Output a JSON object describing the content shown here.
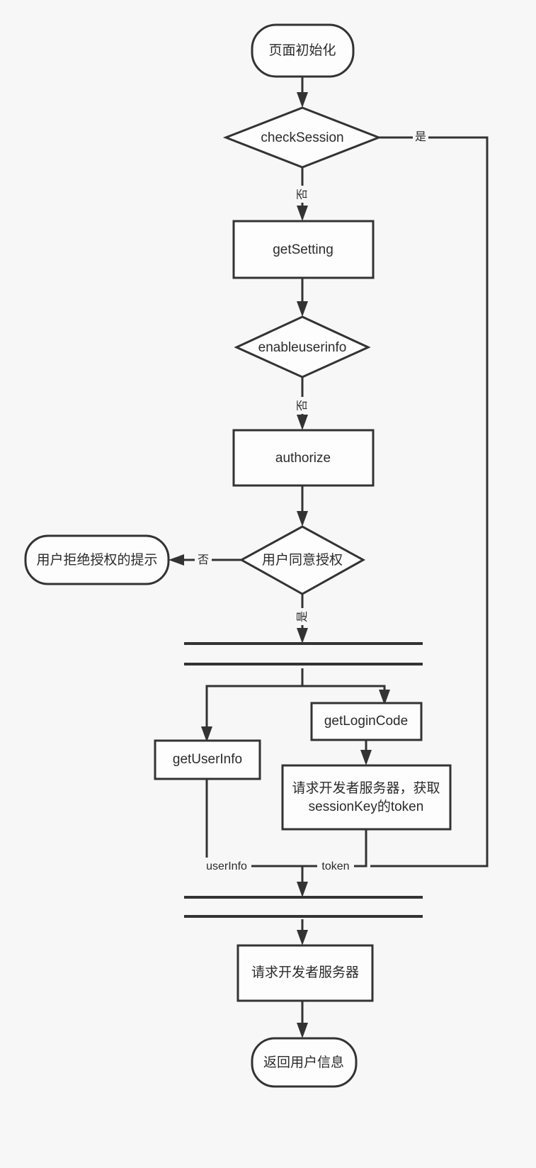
{
  "diagram": {
    "type": "flowchart",
    "orientation": "top-to-bottom",
    "background_color": "#f7f7f7",
    "stroke_color": "#333333",
    "node_fill_color": "#fdfdfd",
    "nodes": {
      "start": {
        "label": "页面初始化",
        "shape": "stadium"
      },
      "check_session": {
        "label": "checkSession",
        "shape": "diamond"
      },
      "get_setting": {
        "label": "getSetting",
        "shape": "rect"
      },
      "enable_userinfo": {
        "label": "enableuserinfo",
        "shape": "diamond"
      },
      "authorize": {
        "label": "authorize",
        "shape": "rect"
      },
      "user_agree": {
        "label": "用户同意授权",
        "shape": "diamond"
      },
      "user_refuse": {
        "label": "用户拒绝授权的提示",
        "shape": "stadium"
      },
      "fork_bar": {
        "label": "",
        "shape": "fork"
      },
      "get_user_info": {
        "label": "getUserInfo",
        "shape": "rect"
      },
      "get_login_code": {
        "label": "getLoginCode",
        "shape": "rect"
      },
      "request_session_key": {
        "label_line1": "请求开发者服务器，获取",
        "label_line2": "sessionKey的token",
        "shape": "rect"
      },
      "join_bar": {
        "label": "",
        "shape": "join"
      },
      "request_dev_server": {
        "label": "请求开发者服务器",
        "shape": "rect"
      },
      "return_user_info": {
        "label": "返回用户信息",
        "shape": "stadium"
      }
    },
    "edge_labels": {
      "check_session_yes": "是",
      "check_session_no": "否",
      "enable_userinfo_no": "否",
      "user_agree_no": "否",
      "user_agree_yes": "是",
      "user_info": "userInfo",
      "token": "token"
    }
  }
}
